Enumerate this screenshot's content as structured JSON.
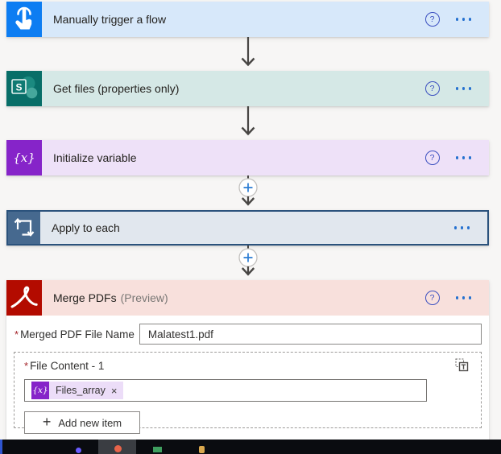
{
  "steps": {
    "trigger": {
      "title": "Manually trigger a flow"
    },
    "get_files": {
      "title": "Get files (properties only)"
    },
    "initialize_variable": {
      "title": "Initialize variable"
    },
    "apply_to_each": {
      "title": "Apply to each"
    },
    "merge_pdfs": {
      "title": "Merge PDFs",
      "suffix": "(Preview)"
    }
  },
  "merge_form": {
    "required_marker": "*",
    "filename_label": "Merged PDF File Name",
    "filename_value": "Malatest1.pdf",
    "file_content_label": "File Content - 1",
    "token_label": "Files_array",
    "token_remove_glyph": "×",
    "add_item_label": "Add new item"
  },
  "glyphs": {
    "help": "?",
    "plus": "+",
    "variable": "{x}"
  },
  "colors": {
    "trigger_icon_bg": "#0d7df2",
    "trigger_header_bg": "#d7e8fa",
    "sharepoint_icon_bg": "#086e68",
    "sharepoint_header_bg": "#d5e8e6",
    "variable_icon_bg": "#8624c9",
    "variable_header_bg": "#eee1f8",
    "loop_icon_bg": "#46698f",
    "loop_header_bg": "#e1e7ee",
    "loop_selected_border": "#2b527c",
    "pdf_icon_bg": "#b30b00",
    "pdf_header_bg": "#f8e0dc",
    "accent_blue": "#2571d0",
    "help_blue": "#3c50c0",
    "required_red": "#a4262c",
    "token_chip_bg": "#ecddf8"
  }
}
